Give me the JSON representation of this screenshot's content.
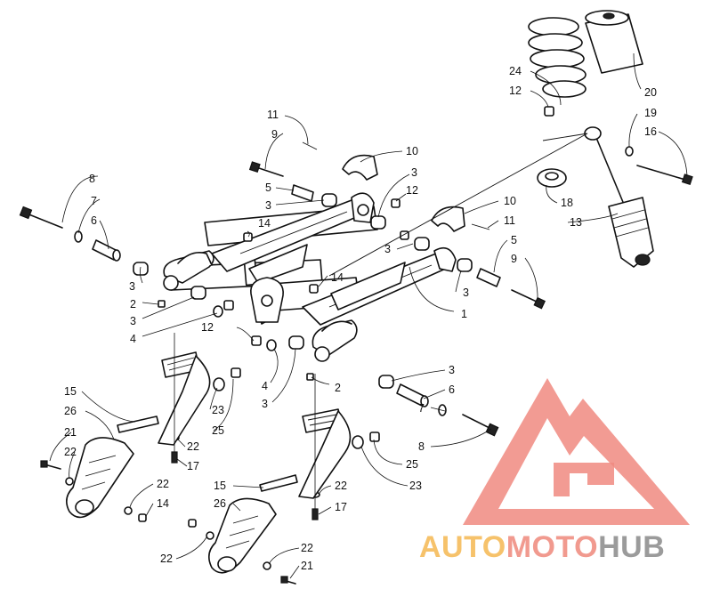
{
  "callouts": [
    {
      "id": "c8a",
      "label": "8"
    },
    {
      "id": "c7a",
      "label": "7"
    },
    {
      "id": "c6a",
      "label": "6"
    },
    {
      "id": "c3a",
      "label": "3"
    },
    {
      "id": "c2a",
      "label": "2"
    },
    {
      "id": "c3b",
      "label": "3"
    },
    {
      "id": "c4a",
      "label": "4"
    },
    {
      "id": "c12a",
      "label": "12"
    },
    {
      "id": "c14a",
      "label": "14"
    },
    {
      "id": "c11a",
      "label": "11"
    },
    {
      "id": "c9a",
      "label": "9"
    },
    {
      "id": "c5a",
      "label": "5"
    },
    {
      "id": "c3c",
      "label": "3"
    },
    {
      "id": "c10a",
      "label": "10"
    },
    {
      "id": "c3d",
      "label": "3"
    },
    {
      "id": "c12b",
      "label": "12"
    },
    {
      "id": "c24",
      "label": "24"
    },
    {
      "id": "c12c",
      "label": "12"
    },
    {
      "id": "c20",
      "label": "20"
    },
    {
      "id": "c19",
      "label": "19"
    },
    {
      "id": "c16",
      "label": "16"
    },
    {
      "id": "c18",
      "label": "18"
    },
    {
      "id": "c13",
      "label": "13"
    },
    {
      "id": "c10b",
      "label": "10"
    },
    {
      "id": "c11b",
      "label": "11"
    },
    {
      "id": "c3e",
      "label": "3"
    },
    {
      "id": "c5b",
      "label": "5"
    },
    {
      "id": "c9b",
      "label": "9"
    },
    {
      "id": "c3f",
      "label": "3"
    },
    {
      "id": "c14b",
      "label": "14"
    },
    {
      "id": "c1",
      "label": "1"
    },
    {
      "id": "c4b",
      "label": "4"
    },
    {
      "id": "c3g",
      "label": "3"
    },
    {
      "id": "c2b",
      "label": "2"
    },
    {
      "id": "c3h",
      "label": "3"
    },
    {
      "id": "c6b",
      "label": "6"
    },
    {
      "id": "c7b",
      "label": "7"
    },
    {
      "id": "c8b",
      "label": "8"
    },
    {
      "id": "c15a",
      "label": "15"
    },
    {
      "id": "c26a",
      "label": "26"
    },
    {
      "id": "c23a",
      "label": "23"
    },
    {
      "id": "c25a",
      "label": "25"
    },
    {
      "id": "c22a",
      "label": "22"
    },
    {
      "id": "c17a",
      "label": "17"
    },
    {
      "id": "c21a",
      "label": "21"
    },
    {
      "id": "c22b",
      "label": "22"
    },
    {
      "id": "c22c",
      "label": "22"
    },
    {
      "id": "c14c",
      "label": "14"
    },
    {
      "id": "c25b",
      "label": "25"
    },
    {
      "id": "c23b",
      "label": "23"
    },
    {
      "id": "c15b",
      "label": "15"
    },
    {
      "id": "c26b",
      "label": "26"
    },
    {
      "id": "c22d",
      "label": "22"
    },
    {
      "id": "c17b",
      "label": "17"
    },
    {
      "id": "c22e",
      "label": "22"
    },
    {
      "id": "c22f",
      "label": "22"
    },
    {
      "id": "c21b",
      "label": "21"
    }
  ],
  "watermark": {
    "word1": "AUTO",
    "word2": "MOTO",
    "word3": "HUB",
    "color_auto": "#f6c26b",
    "color_moto": "#f19a8f",
    "color_hub": "#9b9b9b"
  }
}
